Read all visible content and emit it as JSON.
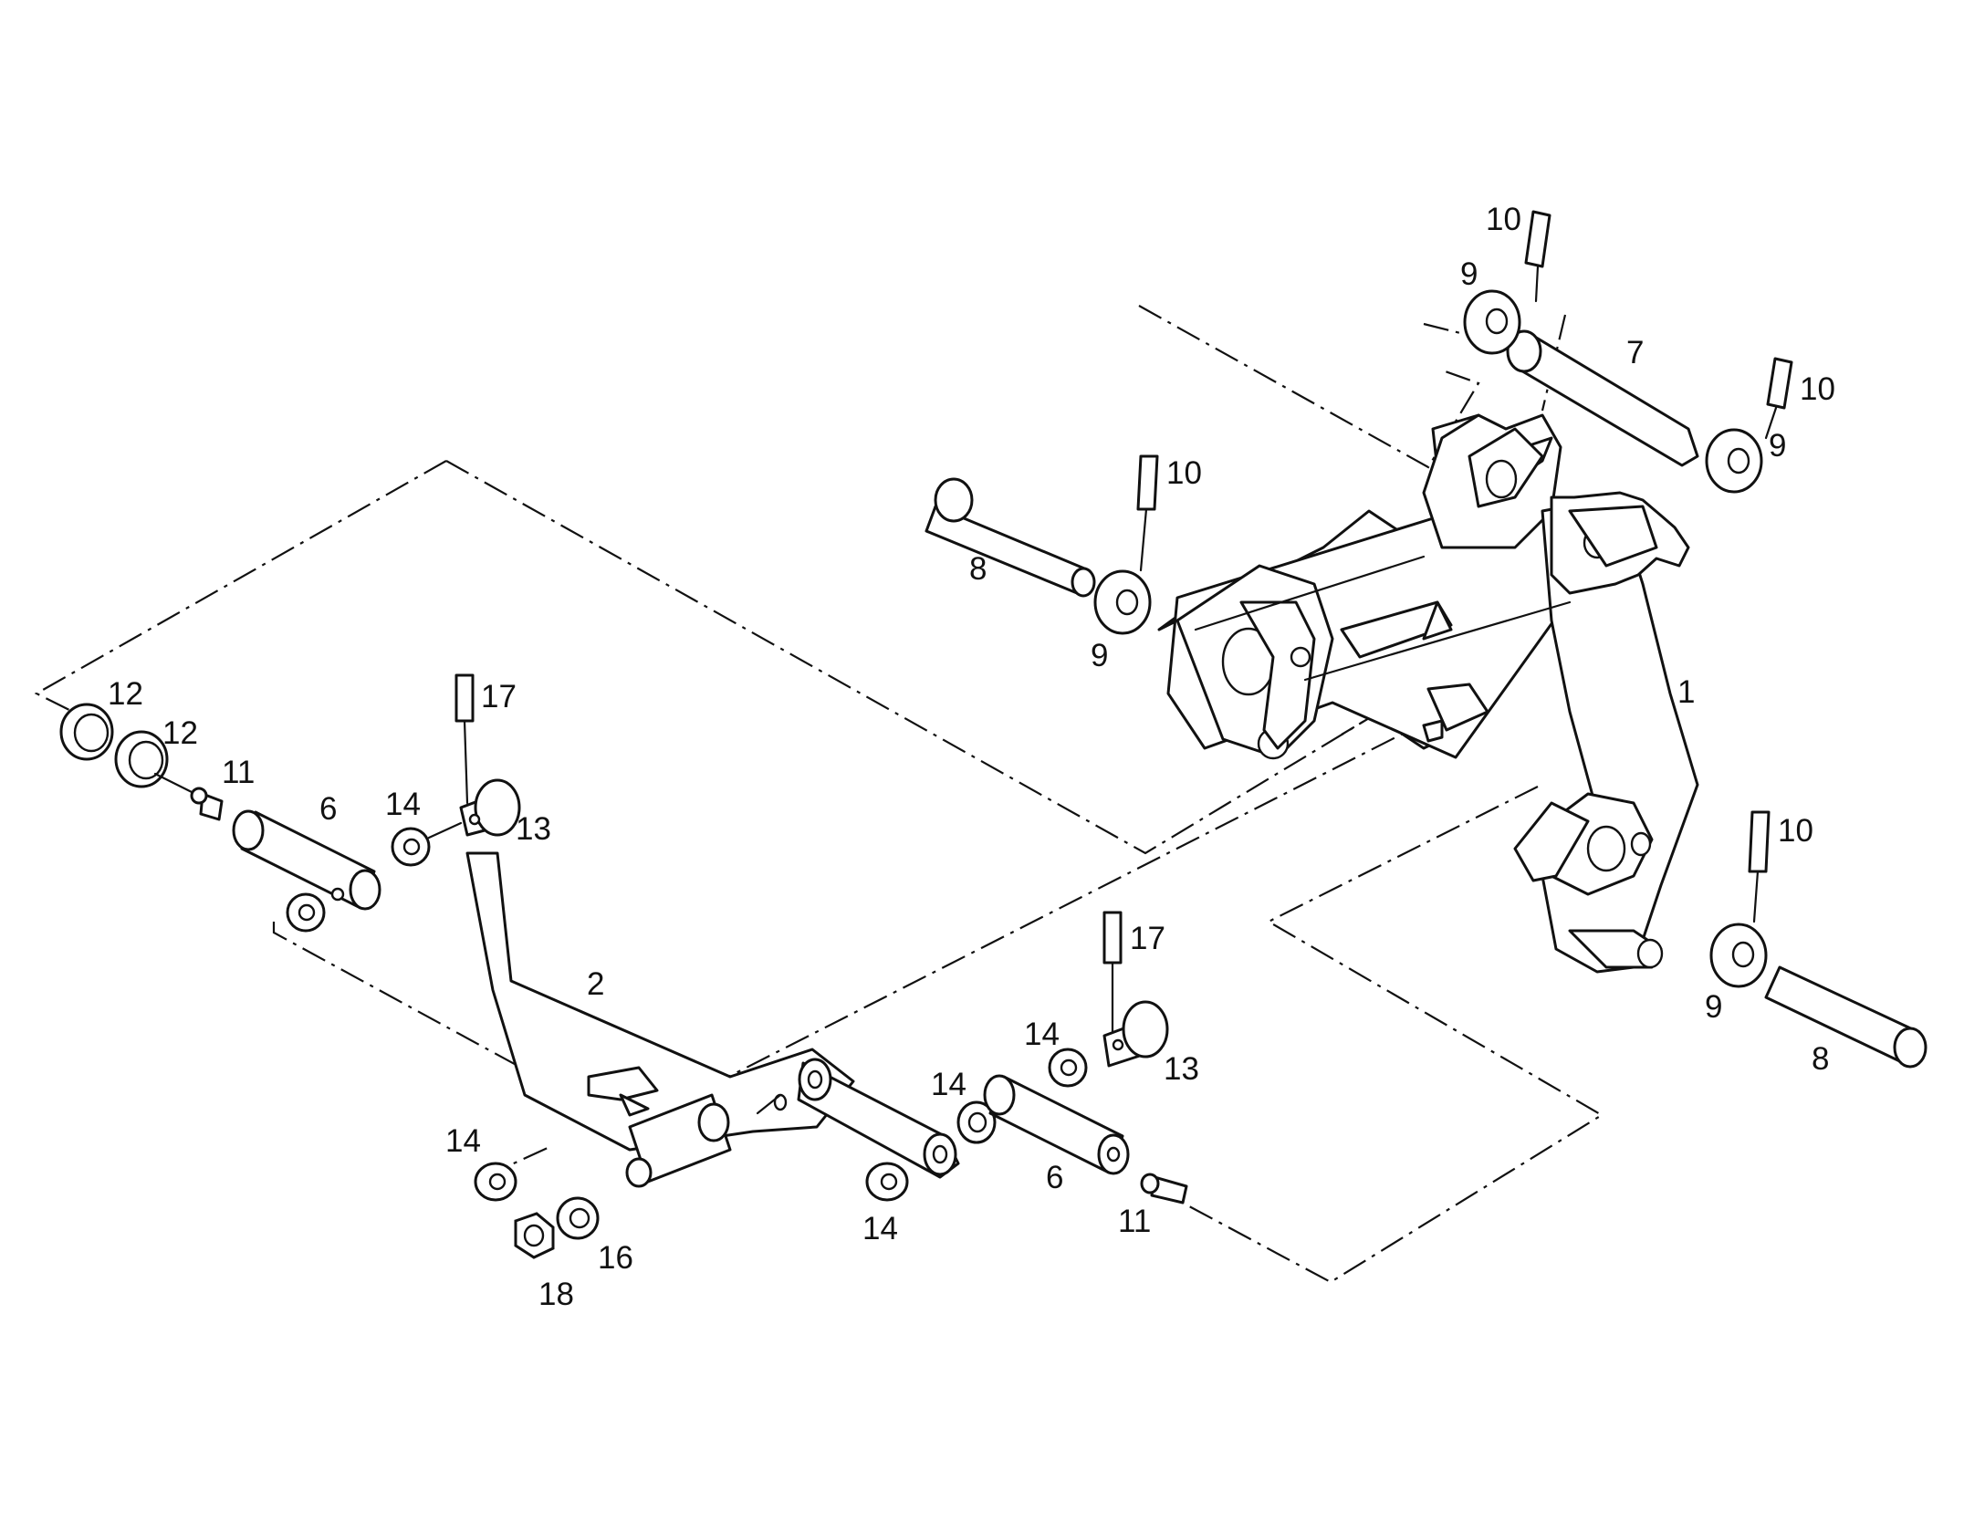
{
  "callouts": [
    {
      "id": "c-10-a",
      "text": "10"
    },
    {
      "id": "c-9-a",
      "text": "9"
    },
    {
      "id": "c-7",
      "text": "7"
    },
    {
      "id": "c-10-b",
      "text": "10"
    },
    {
      "id": "c-9-b",
      "text": "9"
    },
    {
      "id": "c-10-c",
      "text": "10"
    },
    {
      "id": "c-8-a",
      "text": "8"
    },
    {
      "id": "c-9-c",
      "text": "9"
    },
    {
      "id": "c-1",
      "text": "1"
    },
    {
      "id": "c-10-d",
      "text": "10"
    },
    {
      "id": "c-9-d",
      "text": "9"
    },
    {
      "id": "c-8-b",
      "text": "8"
    },
    {
      "id": "c-12-a",
      "text": "12"
    },
    {
      "id": "c-12-b",
      "text": "12"
    },
    {
      "id": "c-11-a",
      "text": "11"
    },
    {
      "id": "c-6-a",
      "text": "6"
    },
    {
      "id": "c-14-a",
      "text": "14"
    },
    {
      "id": "c-17-a",
      "text": "17"
    },
    {
      "id": "c-13-a",
      "text": "13"
    },
    {
      "id": "c-2",
      "text": "2"
    },
    {
      "id": "c-17-b",
      "text": "17"
    },
    {
      "id": "c-14-b",
      "text": "14"
    },
    {
      "id": "c-13-b",
      "text": "13"
    },
    {
      "id": "c-14-c",
      "text": "14"
    },
    {
      "id": "c-6-b",
      "text": "6"
    },
    {
      "id": "c-11-b",
      "text": "11"
    },
    {
      "id": "c-14-d",
      "text": "14"
    },
    {
      "id": "c-14-e",
      "text": "14"
    },
    {
      "id": "c-16",
      "text": "16"
    },
    {
      "id": "c-18",
      "text": "18"
    }
  ]
}
